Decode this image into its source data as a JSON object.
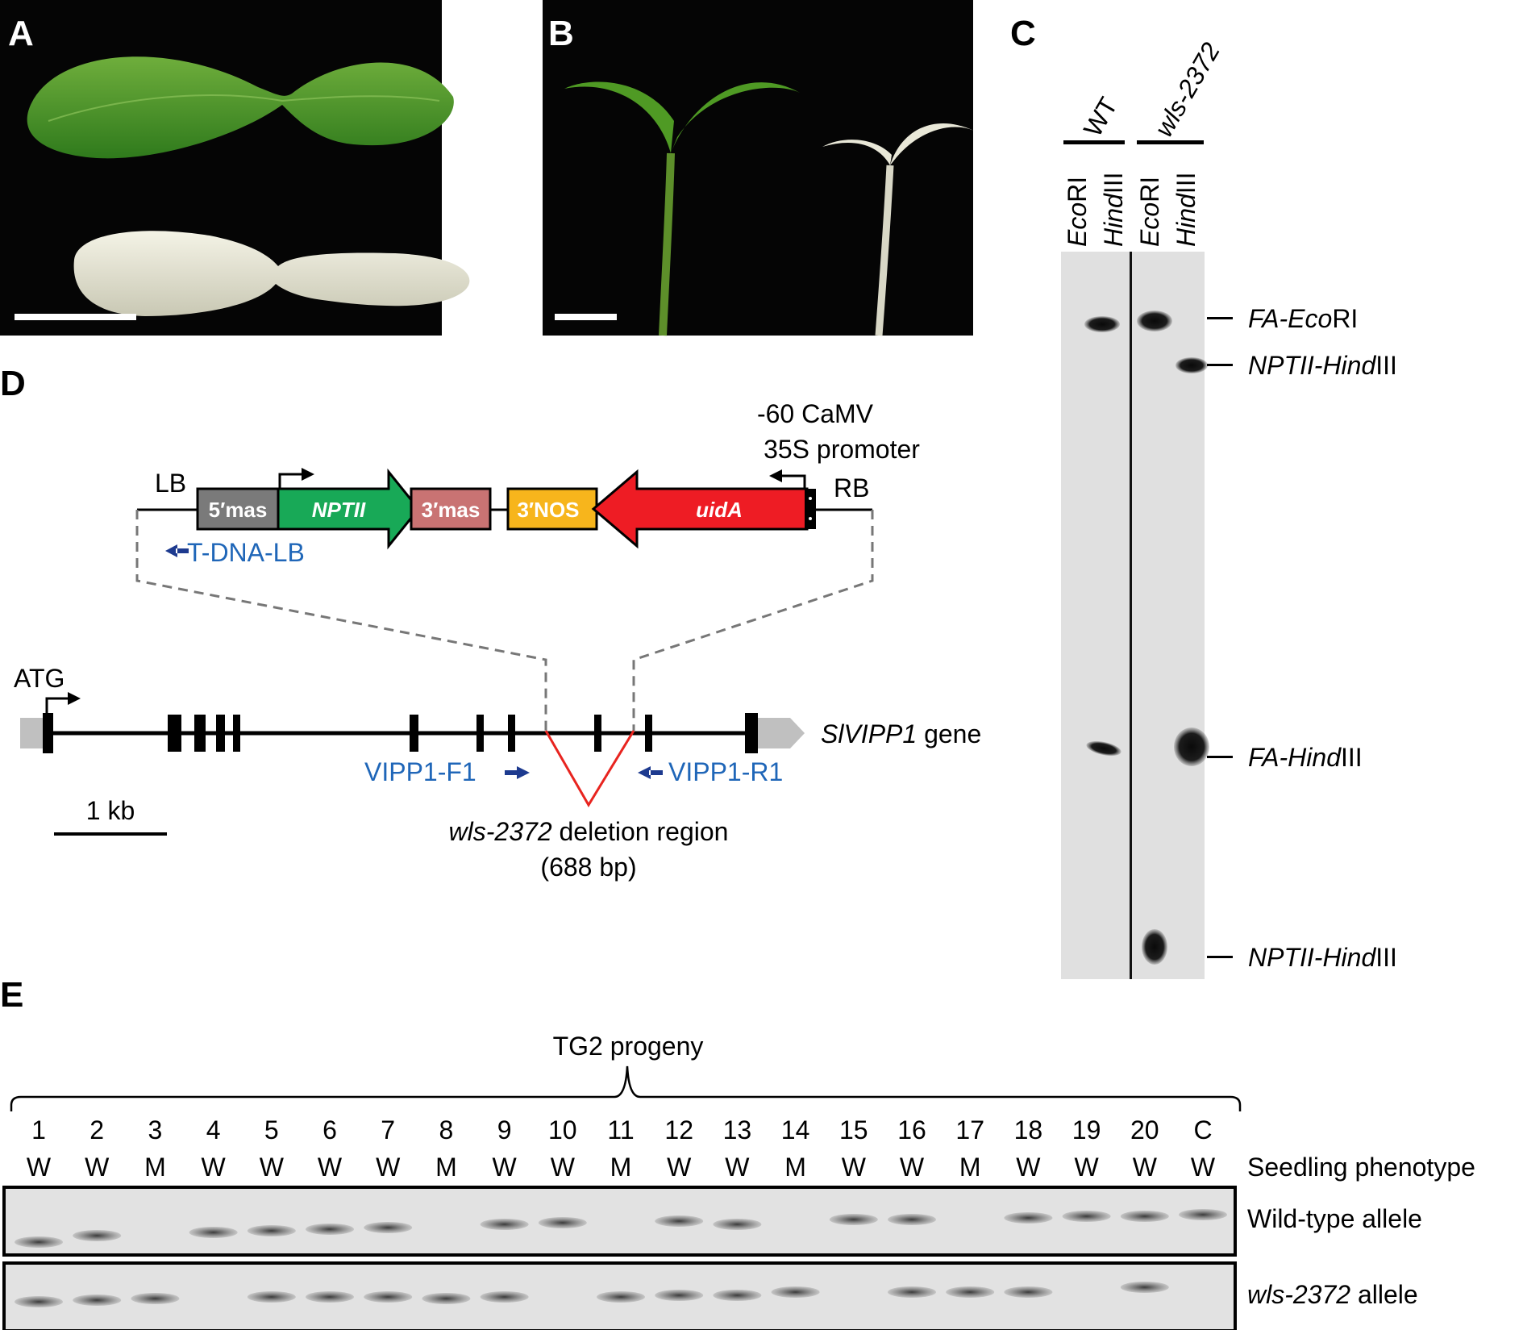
{
  "panel_labels": {
    "a": "A",
    "b": "B",
    "c": "C",
    "d": "D",
    "e": "E"
  },
  "colors": {
    "label_blue": "#1f66b8",
    "primer_arrow": "#1d3a8f",
    "deletion_red": "#e8241f",
    "nptii_green": "#18a957",
    "uida_red": "#ee1c24",
    "nos_orange": "#f7b51c",
    "mas5_gray": "#7a7a7a",
    "mas3_pink": "#c97373"
  },
  "panel_c": {
    "groups": [
      {
        "name": "WT",
        "lanes": [
          {
            "italic": "Eco",
            "plain": "RI"
          },
          {
            "italic": "Hind",
            "plain": "III"
          }
        ]
      },
      {
        "name": "wls-2372",
        "lanes": [
          {
            "italic": "Eco",
            "plain": "RI"
          },
          {
            "italic": "Hind",
            "plain": "III"
          }
        ]
      }
    ],
    "bands": [
      {
        "italic": "FA-Eco",
        "plain": "RI"
      },
      {
        "italic": "NPTII-Hind",
        "plain": "III"
      },
      {
        "italic": "FA-Hind",
        "plain": "III"
      },
      {
        "italic": "NPTII-Hind",
        "plain": "III"
      }
    ]
  },
  "panel_d": {
    "promoter_line1": "-60 CaMV",
    "promoter_line2": "35S promoter",
    "lb": "LB",
    "rb": "RB",
    "mas5": "5′mas",
    "nptii": "NPTII",
    "mas3": "3′mas",
    "nos3": "3′NOS",
    "uida": "uidA",
    "tdna_primer": "T-DNA-LB",
    "atg": "ATG",
    "gene_italic": "SlVIPP1",
    "gene_plain": " gene",
    "primer_f": "VIPP1-F1",
    "primer_r": "VIPP1-R1",
    "scale": "1 kb",
    "deletion_italic": "wls-2372",
    "deletion_plain": " deletion region",
    "deletion_size": "(688 bp)"
  },
  "panel_e": {
    "title": "TG2 progeny",
    "lanes": [
      "1",
      "2",
      "3",
      "4",
      "5",
      "6",
      "7",
      "8",
      "9",
      "10",
      "11",
      "12",
      "13",
      "14",
      "15",
      "16",
      "17",
      "18",
      "19",
      "20",
      "C"
    ],
    "phenotypes": [
      "W",
      "W",
      "M",
      "W",
      "W",
      "W",
      "W",
      "M",
      "W",
      "W",
      "M",
      "W",
      "W",
      "M",
      "W",
      "W",
      "M",
      "W",
      "W",
      "W",
      "W"
    ],
    "phenotype_label": "Seedling phenotype",
    "wt_row_label": "Wild-type allele",
    "mut_row_label_italic": "wls-2372",
    "mut_row_label_plain": " allele"
  }
}
